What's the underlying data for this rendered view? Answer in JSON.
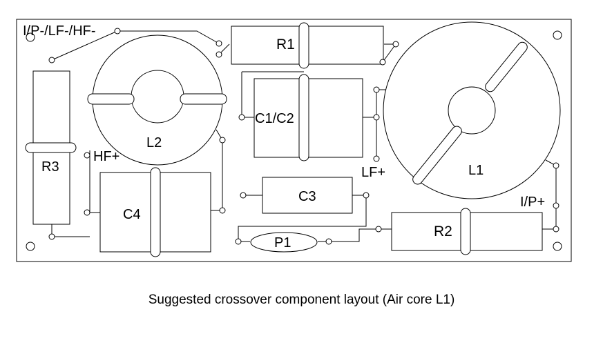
{
  "labels": {
    "io_neg": "I/P-/LF-/HF-",
    "hf_pos": "HF+",
    "lf_pos": "LF+",
    "ip_pos": "I/P+",
    "r1": "R1",
    "r2": "R2",
    "r3": "R3",
    "c1c2": "C1/C2",
    "c3": "C3",
    "c4": "C4",
    "l1": "L1",
    "l2": "L2",
    "p1": "P1"
  },
  "caption": "Suggested crossover component layout (Air core L1)"
}
